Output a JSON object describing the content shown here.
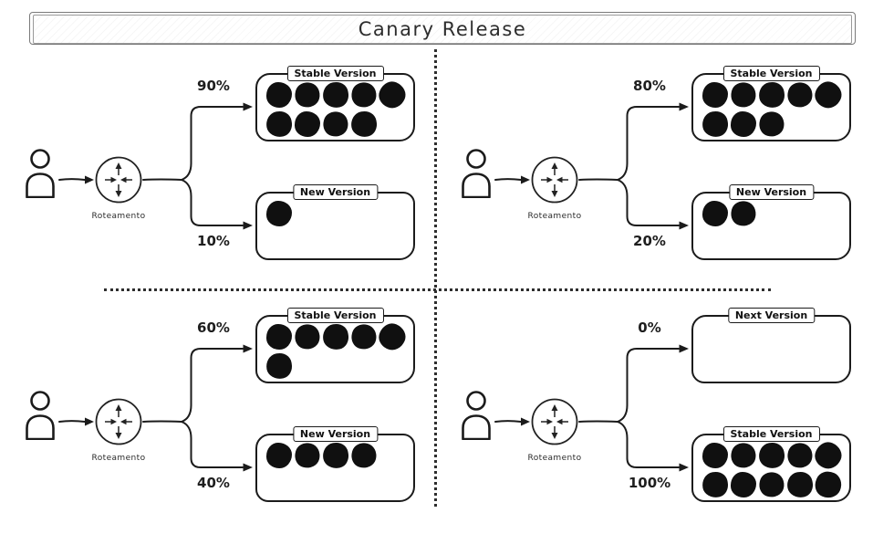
{
  "title": "Canary Release",
  "icons": {
    "user_icon": "person-silhouette",
    "router_icon": "four-way-routing-arrows"
  },
  "quadrants": [
    {
      "name": "phase-1",
      "router_label": "Roteamento",
      "branches": [
        {
          "percent": "90%",
          "box_label": "Stable Version",
          "instances": 9
        },
        {
          "percent": "10%",
          "box_label": "New Version",
          "instances": 1
        }
      ]
    },
    {
      "name": "phase-2",
      "router_label": "Roteamento",
      "branches": [
        {
          "percent": "80%",
          "box_label": "Stable Version",
          "instances": 8
        },
        {
          "percent": "20%",
          "box_label": "New Version",
          "instances": 2
        }
      ]
    },
    {
      "name": "phase-3",
      "router_label": "Roteamento",
      "branches": [
        {
          "percent": "60%",
          "box_label": "Stable Version",
          "instances": 6
        },
        {
          "percent": "40%",
          "box_label": "New Version",
          "instances": 4
        }
      ]
    },
    {
      "name": "phase-4",
      "router_label": "Roteamento",
      "branches": [
        {
          "percent": "0%",
          "box_label": "Next Version",
          "instances": 0
        },
        {
          "percent": "100%",
          "box_label": "Stable Version",
          "instances": 10
        }
      ]
    }
  ],
  "colors": {
    "ink": "#1b1b1b",
    "background": "#ffffff",
    "dot": "#101010"
  }
}
